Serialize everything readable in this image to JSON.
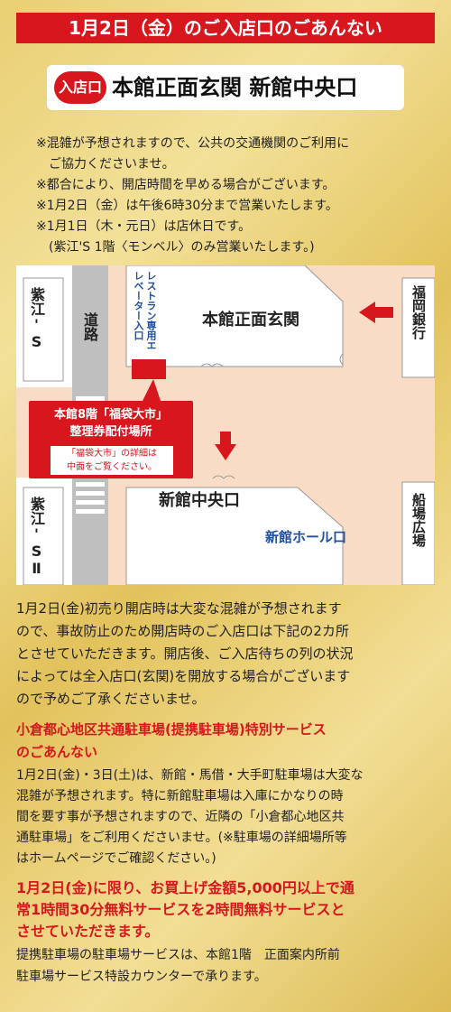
{
  "header": {
    "title": "1月2日（金）のご入店口のごあんない",
    "entry_badge": "入店口",
    "entry_text": "本館正面玄関 新館中央口"
  },
  "notes": [
    "※混雑が予想されますので、公共の交通機関のご利用に",
    "　ご協力くださいませ。",
    "※都合により、開店時間を早める場合がございます。",
    "※1月2日（金）は午後6時30分まで営業いたします。",
    "※1月1日（木・元日）は店休日です。",
    "　(紫江'S 1階〈モンベル〉のみ営業いたします。)"
  ],
  "map": {
    "shikou_s": "紫江'S",
    "shikou_s2": "紫江'SⅡ",
    "road": "道路",
    "restaurant_elevator": "レストラン専用エレベーター入口",
    "main_entrance": "本館正面玄関",
    "fukuoka_bank": "福岡銀行",
    "shin_central": "新館中央口",
    "shin_hall": "新館ホール口",
    "funaba": "船場広場",
    "ticket_line1": "本館8階「福袋大市」",
    "ticket_line2": "整理券配付場所",
    "ticket_line3": "「福袋大市」の詳細は",
    "ticket_line4": "中面をご覧ください。"
  },
  "body_text": [
    "1月2日(金)初売り開店時は大変な混雑が予想されます",
    "ので、事故防止のため開店時のご入店口は下記の2カ所",
    "とさせていただきます。開店後、ご入店待ちの列の状況",
    "によっては全入店口(玄関)を開放する場合がございます",
    "ので予めご了承くださいませ。"
  ],
  "parking": {
    "heading1": "小倉都心地区共通駐車場(提携駐車場)特別サービス",
    "heading2": "のごあんない",
    "text": [
      "1月2日(金)・3日(土)は、新館・馬借・大手町駐車場は大変な",
      "混雑が予想されます。特に新館駐車場は入庫にかなりの時",
      "間を要す事が予想されますので、近隣の「小倉都心地区共",
      "通駐車場」をご利用くださいませ。(※駐車場の詳細場所等",
      "はホームページでご確認ください。)"
    ],
    "highlight": [
      "1月2日(金)に限り、お買上げ金額5,000円以上で通",
      "常1時間30分無料サービスを2時間無料サービスと",
      "させていただきます。"
    ],
    "footer": [
      "提携駐車場の駐車場サービスは、本館1階　正面案内所前",
      "駐車場サービス特設カウンターで承ります。"
    ]
  }
}
